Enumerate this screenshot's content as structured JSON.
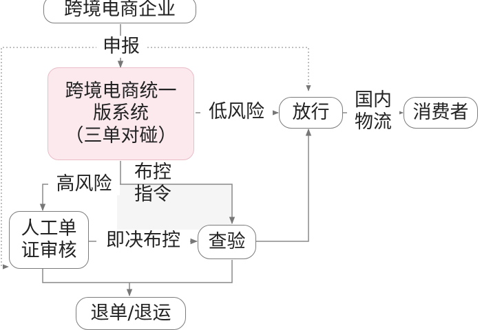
{
  "nodes": {
    "enterprise": "跨境电商企业",
    "system": {
      "line1": "跨境电商统一",
      "line2": "版系统",
      "line3": "（三单对碰）"
    },
    "release": "放行",
    "consumer": "消费者",
    "manual_review": {
      "line1": "人工单",
      "line2": "证审核"
    },
    "inspection": "查验",
    "return": "退单/退运"
  },
  "labels": {
    "declare": "申报",
    "low_risk": "低风险",
    "domestic_logistics": {
      "line1": "国内",
      "line2": "物流"
    },
    "high_risk": "高风险",
    "control_order": {
      "line1": "布控",
      "line2": "指令"
    },
    "immediate_control": "即决布控"
  },
  "colors": {
    "system_fill": "#fbe9ee",
    "system_border": "#e9bcc7",
    "line": "#7a7a7a"
  }
}
